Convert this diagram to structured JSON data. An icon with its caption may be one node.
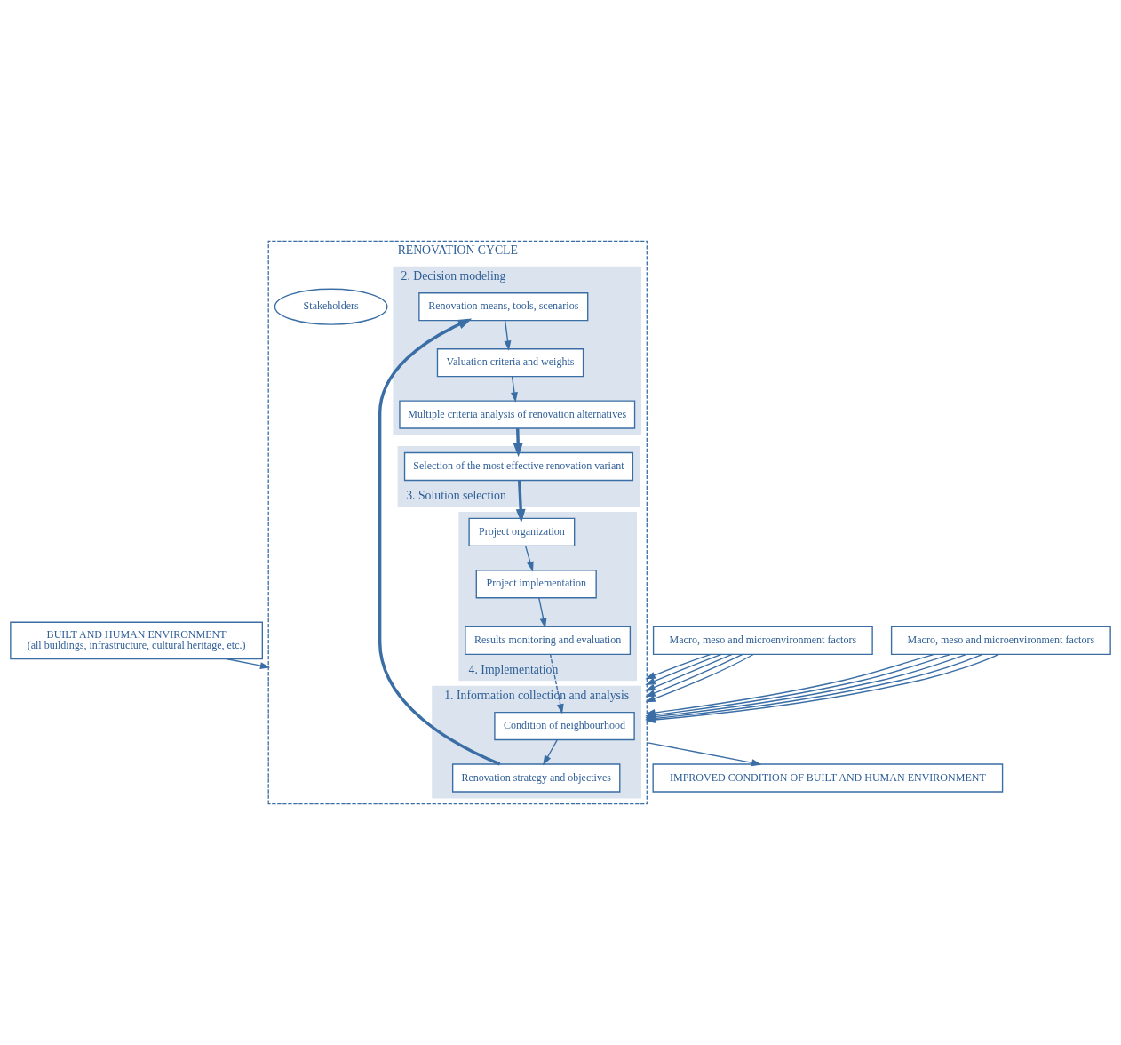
{
  "diagram": {
    "nodes": [
      {
        "text": [
          "BUILT AND HUMAN ENVIRONMENT",
          "(all buildings, infrastructure, cultural heritage, etc.)"
        ]
      },
      {
        "text": [
          "Macro, meso and microenvironment factors"
        ]
      },
      {
        "text": [
          "RENOVATION CYCLE"
        ]
      },
      {
        "text": [
          "1. Information collection and analysis"
        ],
        "in": 2
      },
      {
        "text": [
          "Condition of neighbourhood"
        ],
        "in": 3
      },
      {
        "text": [
          "Renovation strategy and objectives"
        ],
        "in": 3
      },
      {
        "text": [
          "2. Decision modeling"
        ],
        "in": 2
      },
      {
        "text": [
          "Renovation means, tools, scenarios"
        ],
        "in": 6
      },
      {
        "text": [
          "Valuation criteria and weights"
        ],
        "in": 6
      },
      {
        "text": [
          "Multiple criteria analysis of renovation alternatives"
        ],
        "in": 6
      },
      {
        "text": [
          "Stakeholders"
        ],
        "in": 2
      },
      {
        "text": [
          "4. Implementation"
        ],
        "in": 2
      },
      {
        "text": [
          "Results monitoring and evaluation"
        ],
        "in": 11
      },
      {
        "text": [
          "Project implementation"
        ],
        "in": 11
      },
      {
        "text": [
          "Project organization"
        ],
        "in": 11
      },
      {
        "text": [
          "3. Solution selection"
        ],
        "in": 2
      },
      {
        "text": [
          "Selection of the most effective renovation variant"
        ],
        "in": 15
      },
      {
        "text": [
          "Macro, meso and microenvironment factors"
        ]
      },
      {
        "text": [
          "IMPROVED CONDITION OF BUILT AND HUMAN ENVIRONMENT"
        ]
      }
    ],
    "edges": [
      {
        "from": 0,
        "to": 2,
        "arrow": "to"
      },
      {
        "from": 1,
        "to": 2,
        "arrow": "to"
      },
      {
        "from": 1,
        "to": 2,
        "arrow": "to"
      },
      {
        "from": 1,
        "to": 2,
        "arrow": "to"
      },
      {
        "from": 1,
        "to": 2,
        "arrow": "to"
      },
      {
        "from": 1,
        "to": 2,
        "arrow": "to"
      },
      {
        "from": 17,
        "to": 2,
        "arrow": "to"
      },
      {
        "from": 17,
        "to": 2,
        "arrow": "to"
      },
      {
        "from": 17,
        "to": 2,
        "arrow": "to"
      },
      {
        "from": 17,
        "to": 2,
        "arrow": "to"
      },
      {
        "from": 17,
        "to": 2,
        "arrow": "to"
      },
      {
        "from": 4,
        "to": 5,
        "arrow": "to"
      },
      {
        "from": 5,
        "to": 7,
        "arrow": "to",
        "style": "thick"
      },
      {
        "from": 7,
        "to": 8,
        "arrow": "to"
      },
      {
        "from": 8,
        "to": 9,
        "arrow": "to"
      },
      {
        "from": 9,
        "to": 16,
        "arrow": "to",
        "style": "thick"
      },
      {
        "from": 16,
        "to": 14,
        "arrow": "to",
        "style": "thick"
      },
      {
        "from": 14,
        "to": 13,
        "arrow": "to"
      },
      {
        "from": 13,
        "to": 12,
        "arrow": "to"
      },
      {
        "from": 12,
        "to": 4,
        "arrow": "to",
        "style": "dashed"
      },
      {
        "from": 2,
        "to": 18,
        "arrow": "to"
      }
    ]
  }
}
